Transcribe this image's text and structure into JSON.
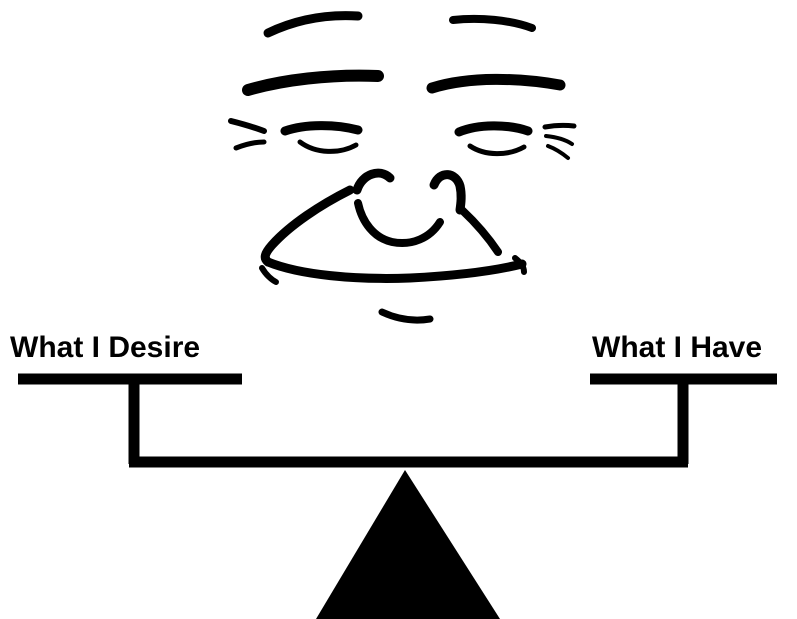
{
  "labels": {
    "left_pan": "What I Desire",
    "right_pan": "What I Have"
  },
  "colors": {
    "background": "#ffffff",
    "ink": "#000000"
  },
  "illustration": {
    "subject": "face-drawing",
    "object": "balance-scale"
  }
}
